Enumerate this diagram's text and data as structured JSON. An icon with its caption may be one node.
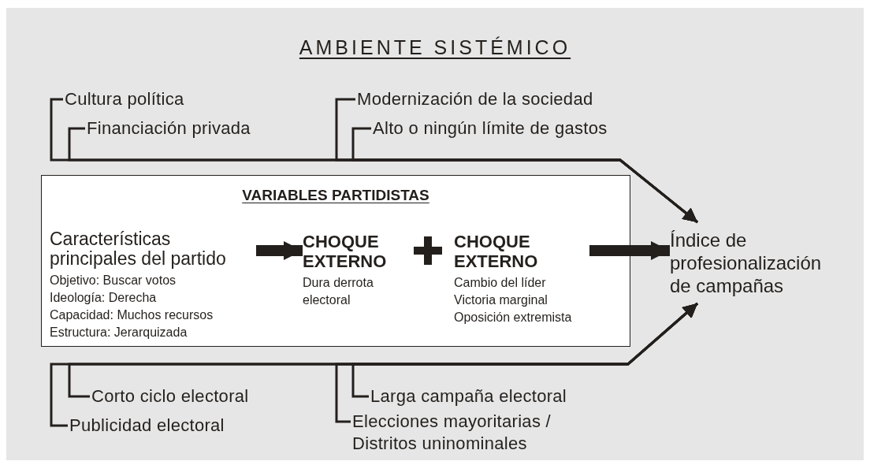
{
  "diagram": {
    "nodes": [
      {
        "text": [
          "AMBIENTE SISTÉMICO"
        ]
      },
      {
        "text": [
          "Cultura política"
        ],
        "in": 0
      },
      {
        "text": [
          "Financiación privada"
        ],
        "in": 0
      },
      {
        "text": [
          "Modernización de la sociedad"
        ],
        "in": 0
      },
      {
        "text": [
          "Alto o ningún límite de gastos"
        ],
        "in": 0
      },
      {
        "text": [
          "VARIABLES PARTIDISTAS"
        ],
        "in": 0
      },
      {
        "text": [
          "Características principales del partido",
          "Objetivo: Buscar votos",
          "Ideología: Derecha",
          "Capacidad: Muchos recursos",
          "Estructura: Jerarquizada"
        ],
        "in": 5
      },
      {
        "text": [
          "CHOQUE EXTERNO",
          "Dura derrota electoral"
        ],
        "in": 5
      },
      {
        "text": [
          "CHOQUE EXTERNO",
          "Cambio del líder",
          "Victoria marginal",
          "Oposición extremista"
        ],
        "in": 5
      },
      {
        "text": [
          "Índice de profesionalización de campañas"
        ],
        "in": 0
      },
      {
        "text": [
          "Corto ciclo electoral"
        ],
        "in": 0
      },
      {
        "text": [
          "Publicidad electoral"
        ],
        "in": 0
      },
      {
        "text": [
          "Larga campaña electoral"
        ],
        "in": 0
      },
      {
        "text": [
          "Elecciones mayoritarias / Distritos uninominales"
        ],
        "in": 0
      }
    ],
    "edges": [
      {
        "from": 1,
        "to": 9,
        "arrow": "to"
      },
      {
        "from": 2,
        "to": 9,
        "arrow": "to"
      },
      {
        "from": 3,
        "to": 9,
        "arrow": "to"
      },
      {
        "from": 4,
        "to": 9,
        "arrow": "to"
      },
      {
        "from": 6,
        "to": 7,
        "arrow": "to",
        "style": "thick"
      },
      {
        "from": 8,
        "to": 9,
        "arrow": "to",
        "style": "thick"
      },
      {
        "from": 10,
        "to": 9,
        "arrow": "to"
      },
      {
        "from": 11,
        "to": 9,
        "arrow": "to"
      },
      {
        "from": 12,
        "to": 9,
        "arrow": "to"
      },
      {
        "from": 13,
        "to": 9,
        "arrow": "to"
      }
    ]
  }
}
